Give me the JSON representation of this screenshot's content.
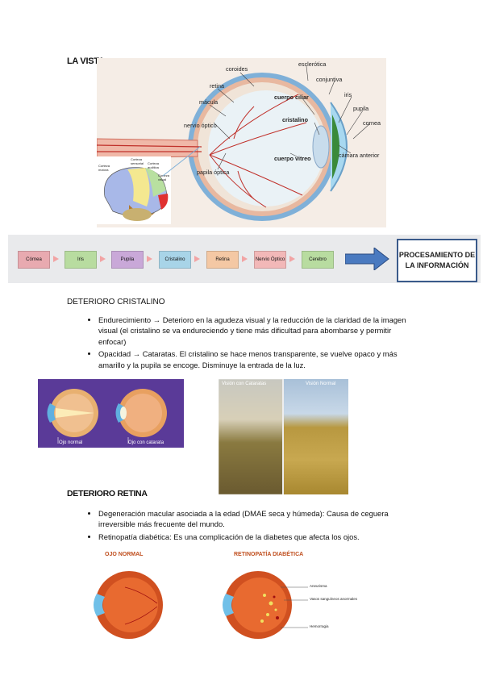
{
  "header": {
    "title": "LA VISTA"
  },
  "eye_diagram": {
    "labels": {
      "coroides": "coroides",
      "esclerotica": "esclerótica",
      "conjuntiva": "conjuntiva",
      "retina": "retina",
      "cuerpo_ciliar": "cuerpo ciliar",
      "iris": "iris",
      "macula": "mácula",
      "pupila": "pupila",
      "cristalino": "cristalino",
      "nervio_optico": "nervio óptico",
      "cornea": "cornea",
      "cuerpo_vitreo": "cuerpo vitreo",
      "camara_anterior": "cámara anterior",
      "papila_optica": "papila óptica"
    }
  },
  "brain_diagram": {
    "labels": [
      "Corteza motora",
      "Corteza sensorial",
      "Corteza auditiva",
      "Corteza visual"
    ]
  },
  "flow": {
    "steps": [
      "Córnea",
      "Iris",
      "Pupila",
      "Cristalino",
      "Retina",
      "Nervio Óptico",
      "Cerebro"
    ],
    "colors": [
      "#e8aab0",
      "#b8dca0",
      "#c9a8d8",
      "#a8d4e8",
      "#f4c8a4",
      "#f2b8b8",
      "#b8dca0"
    ],
    "result": "PROCESAMIENTO DE LA INFORMACIÓN"
  },
  "cristalino_section": {
    "title": "DETERIORO CRISTALINO",
    "bullets": [
      "Endurecimiento → Deterioro en la agudeza visual y la reducción de la claridad de la imagen visual (el cristalino se va endureciendo y tiene más dificultad para abombarse y permitir enfocar)",
      "Opacidad → Cataratas. El cristalino se hace menos transparente, se vuelve opaco y más amarillo y la pupila se encoge. Disminuye la entrada de la luz."
    ],
    "image1_captions": [
      "Ojo normal",
      "Ojo con catarata"
    ],
    "image2_captions": [
      "Visión con Cataratas",
      "Visión Normal"
    ]
  },
  "retina_section": {
    "title": "DETERIORO RETINA",
    "bullets": [
      "Degeneración macular asociada a la edad (DMAE seca y húmeda): Causa de ceguera irreversible más frecuente del mundo.",
      "Retinopatía diabética: Es una complicación de la diabetes que afecta los ojos."
    ],
    "image_titles": [
      "OJO NORMAL",
      "RETINOPATÍA DIABÉTICA"
    ],
    "image_labels": [
      "Aneurisma",
      "Vasos sanguíneos anormales",
      "Hemorragia"
    ]
  }
}
